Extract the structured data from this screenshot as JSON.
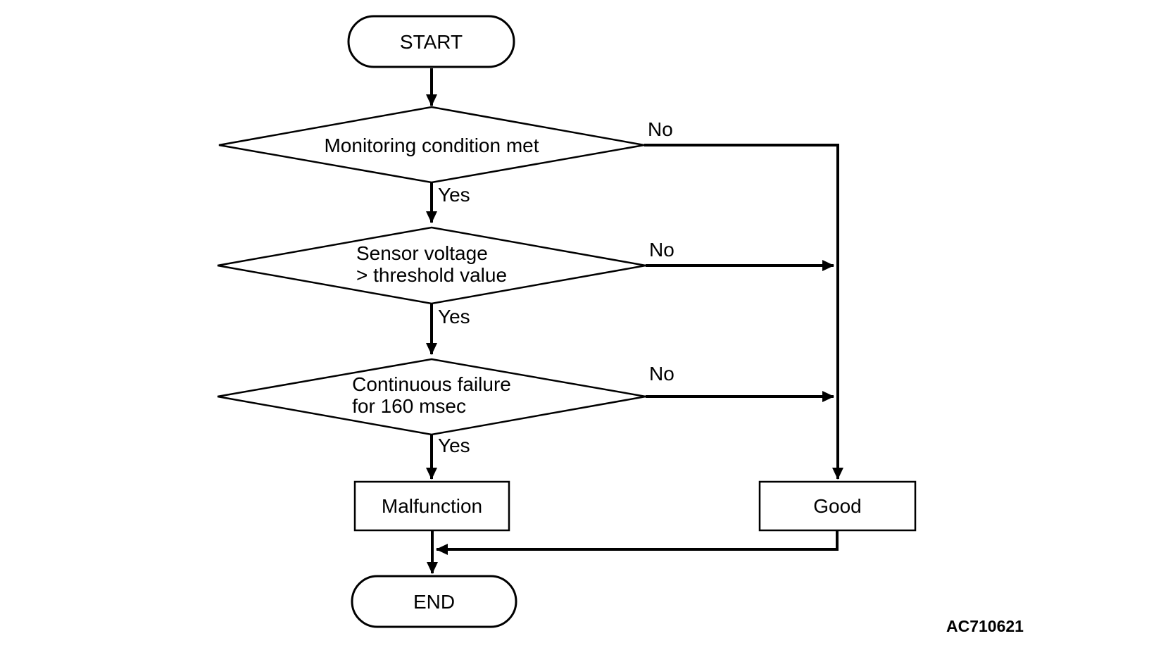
{
  "figure": {
    "id": "AC710621"
  },
  "nodes": {
    "start": "START",
    "decision1": "Monitoring condition met",
    "decision2_line1": "Sensor voltage",
    "decision2_line2": "> threshold value",
    "decision3_line1": "Continuous failure",
    "decision3_line2": "for 160 msec",
    "malfunction": "Malfunction",
    "good": "Good",
    "end": "END"
  },
  "edges": {
    "yes": "Yes",
    "no": "No"
  },
  "colors": {
    "stroke": "#000000",
    "fill": "#ffffff",
    "text": "#000000",
    "background": "#ffffff"
  }
}
